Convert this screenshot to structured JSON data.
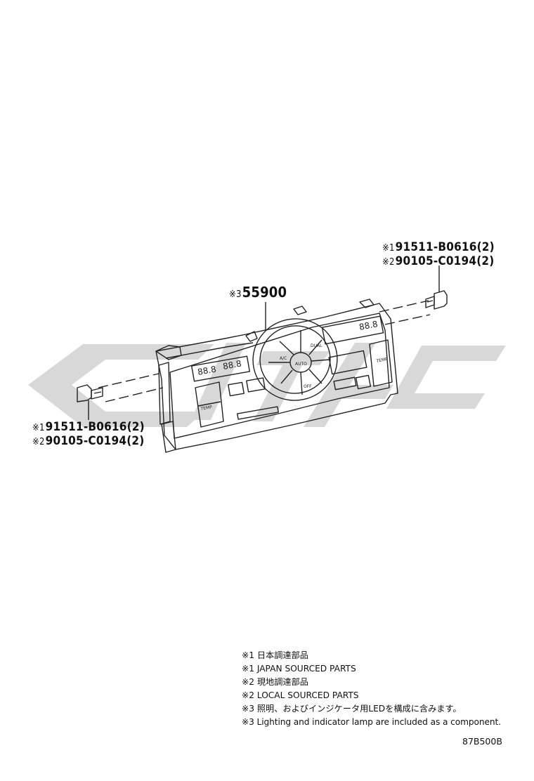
{
  "callouts": {
    "top_right": {
      "mark1": "※1",
      "part1": "91511-B0616(2)",
      "mark2": "※2",
      "part2": "90105-C0194(2)"
    },
    "main": {
      "mark": "※3",
      "part": "55900"
    },
    "left": {
      "mark1": "※1",
      "part1": "91511-B0616(2)",
      "mark2": "※2",
      "part2": "90105-C0194(2)"
    }
  },
  "panel_labels": {
    "temp_left": "TEMP",
    "temp_right": "TEMP",
    "auto": "AUTO",
    "ac": "A/C",
    "off": "OFF",
    "dual": "DUAL",
    "display_left": "88.8",
    "display_center": "88.8",
    "display_right": "88.8"
  },
  "notes": [
    "※1 日本調達部品",
    "※1 JAPAN SOURCED PARTS",
    "※2 現地調達部品",
    "※2 LOCAL SOURCED PARTS",
    "※3 照明、およびインジケータ用LEDを構成に含みます。",
    "※3 Lighting and indicator lamp are included as a component."
  ],
  "diagram_code": "87B500B",
  "colors": {
    "line": "#222222",
    "watermark": "#d6d6d6",
    "background": "#ffffff"
  }
}
